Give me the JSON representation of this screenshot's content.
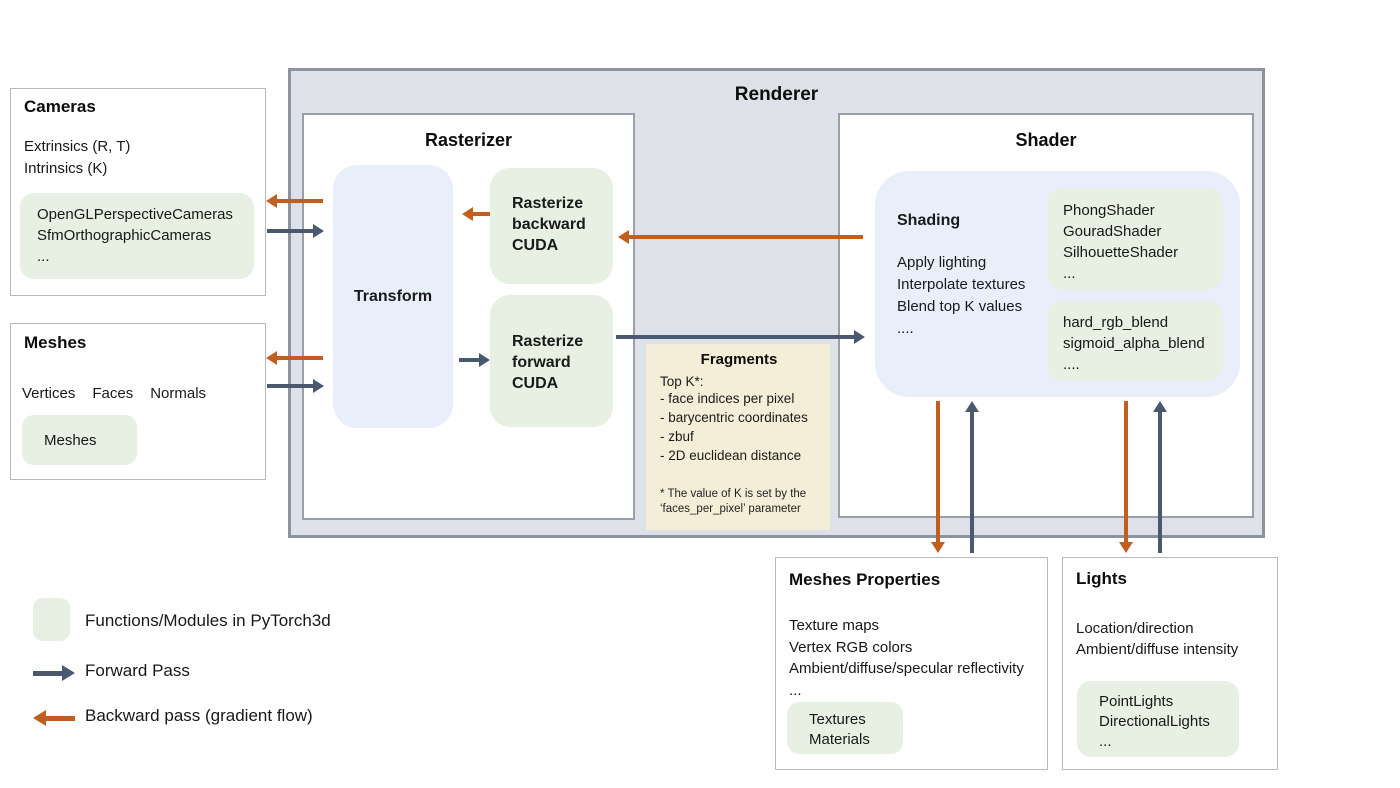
{
  "renderer": {
    "title": "Renderer"
  },
  "rasterizer": {
    "title": "Rasterizer",
    "transform": "Transform",
    "backward_lines": [
      "Rasterize",
      "backward",
      "CUDA"
    ],
    "forward_lines": [
      "Rasterize",
      "forward",
      "CUDA"
    ]
  },
  "shader": {
    "title": "Shader",
    "shading_title": "Shading",
    "shading_lines": [
      "Apply lighting",
      "Interpolate textures",
      "Blend top K values",
      "...."
    ],
    "shaders": [
      "PhongShader",
      "GouradShader",
      "SilhouetteShader",
      "..."
    ],
    "blends": [
      "hard_rgb_blend",
      "sigmoid_alpha_blend",
      "...."
    ]
  },
  "fragments": {
    "title": "Fragments",
    "intro": "Top K*:",
    "items": [
      "- face indices per pixel",
      "- barycentric coordinates",
      "- zbuf",
      "- 2D euclidean distance"
    ],
    "footnote_lines": [
      "* The value of K is set by the",
      "‘faces_per_pixel’ parameter"
    ]
  },
  "cameras": {
    "title": "Cameras",
    "line1": "Extrinsics (R, T)",
    "line2": "Intrinsics (K)",
    "module_lines": [
      "OpenGLPerspectiveCameras",
      "SfmOrthographicCameras",
      "..."
    ]
  },
  "meshes": {
    "title": "Meshes",
    "fields": [
      "Vertices",
      "Faces",
      "Normals"
    ],
    "module": "Meshes"
  },
  "meshes_properties": {
    "title": "Meshes Properties",
    "lines": [
      "Texture maps",
      "Vertex RGB colors",
      "Ambient/diffuse/specular reflectivity",
      "..."
    ],
    "modules": [
      "Textures",
      "Materials"
    ]
  },
  "lights": {
    "title": "Lights",
    "lines": [
      "Location/direction",
      "Ambient/diffuse intensity"
    ],
    "modules": [
      "PointLights",
      "DirectionalLights",
      "..."
    ]
  },
  "legend": {
    "module_label": "Functions/Modules in PyTorch3d",
    "forward_label": "Forward Pass",
    "backward_label": "Backward pass (gradient flow)"
  },
  "colors": {
    "forward_arrow": "#4b5970",
    "backward_arrow": "#c05f20",
    "module_green": "#e7f0e2",
    "panel_blue": "#e9eefb",
    "note_beige": "#f4eed9",
    "renderer_bg": "#dee1e8"
  }
}
